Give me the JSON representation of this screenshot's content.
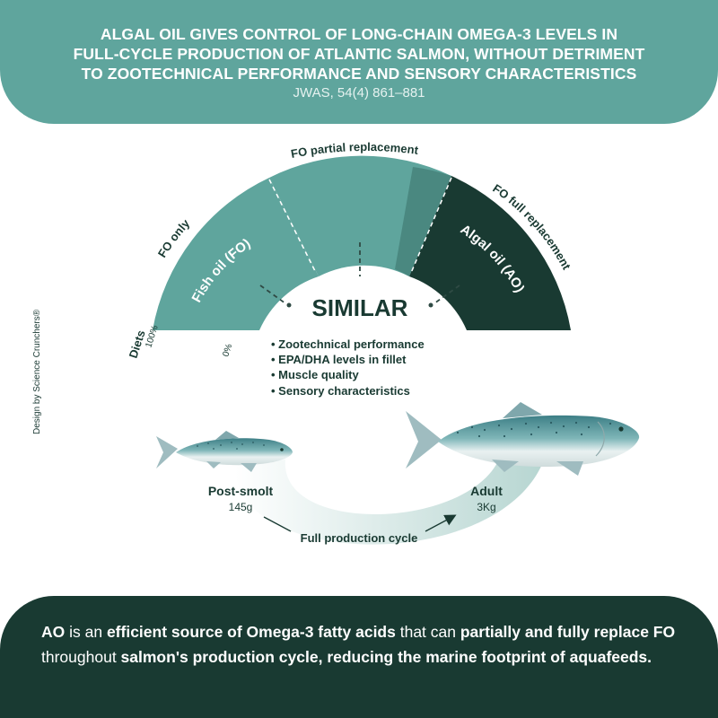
{
  "header": {
    "title_lines": [
      "ALGAL OIL GIVES CONTROL OF LONG-CHAIN OMEGA-3 LEVELS IN",
      "FULL-CYCLE PRODUCTION OF ATLANTIC SALMON, WITHOUT DETRIMENT",
      "TO ZOOTECHNICAL PERFORMANCE AND SENSORY CHARACTERISTICS"
    ],
    "citation": "JWAS, 54(4) 861–881"
  },
  "credit": "Design by Science Crunchers®",
  "diagram": {
    "labels": {
      "fo_only": "FO only",
      "fo_partial": "FO partial replacement",
      "fo_full": "FO full replacement",
      "fish_oil": "Fish oil (FO)",
      "algal_oil": "Algal oil (AO)",
      "diets": "Diets",
      "pct_100": "100%",
      "pct_0": "0%"
    },
    "similar": "SIMILAR",
    "bullets": [
      "• Zootechnical performance",
      "• EPA/DHA levels in fillet",
      "• Muscle quality",
      "• Sensory characteristics"
    ],
    "cycle": {
      "start_label": "Post-smolt",
      "start_weight": "145g",
      "end_label": "Adult",
      "end_weight": "3Kg",
      "caption": "Full production cycle"
    },
    "colors": {
      "teal": "#5fa59d",
      "dark": "#193a32",
      "arc_light": "#e4f0ee"
    }
  },
  "footer": {
    "segments": [
      {
        "text": "AO",
        "bold": true
      },
      {
        "text": " is an ",
        "bold": false
      },
      {
        "text": "efficient source of Omega-3 fatty acids",
        "bold": true
      },
      {
        "text": " that can ",
        "bold": false
      },
      {
        "text": "partially and fully replace FO",
        "bold": true
      },
      {
        "text": " throughout ",
        "bold": false
      },
      {
        "text": "salmon's production cycle, reducing the marine footprint of aquafeeds.",
        "bold": true
      }
    ]
  }
}
